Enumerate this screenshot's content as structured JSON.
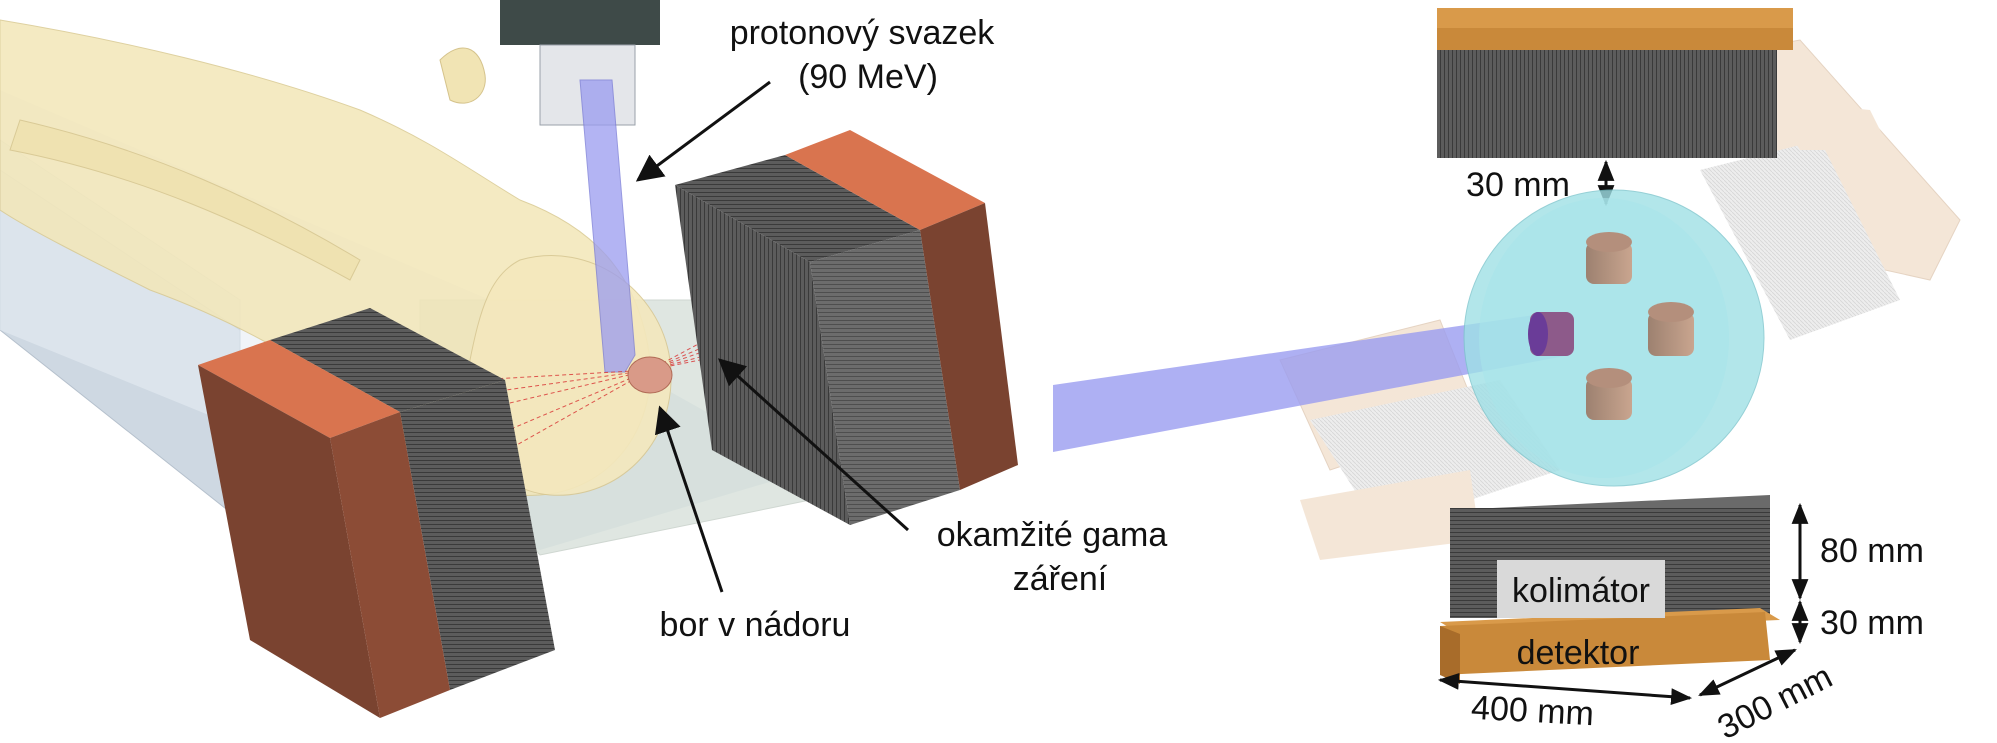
{
  "left_panel": {
    "beam_label_line1": "protonový svazek",
    "beam_label_line2": "(90 MeV)",
    "gamma_label_line1": "okamžité gama",
    "gamma_label_line2": "záření",
    "boron_label": "bor v nádoru"
  },
  "right_panel": {
    "gap_label": "30 mm",
    "collimator_label": "kolimátor",
    "detector_label": "detektor",
    "collimator_height_label": "80 mm",
    "detector_height_label": "30 mm",
    "width_label": "400 mm",
    "depth_label": "300 mm"
  },
  "colors": {
    "detector_copper": "#d9744f",
    "detector_dark": "#7a4330",
    "collimator_gray": "#5a5a5a",
    "beam_blue": "#9a9cf0",
    "phantom_cyan": "#9fe0e6",
    "patient_skin": "#f3e7b8",
    "amber_plate": "#c9893a",
    "gamma_red": "#d83030"
  }
}
